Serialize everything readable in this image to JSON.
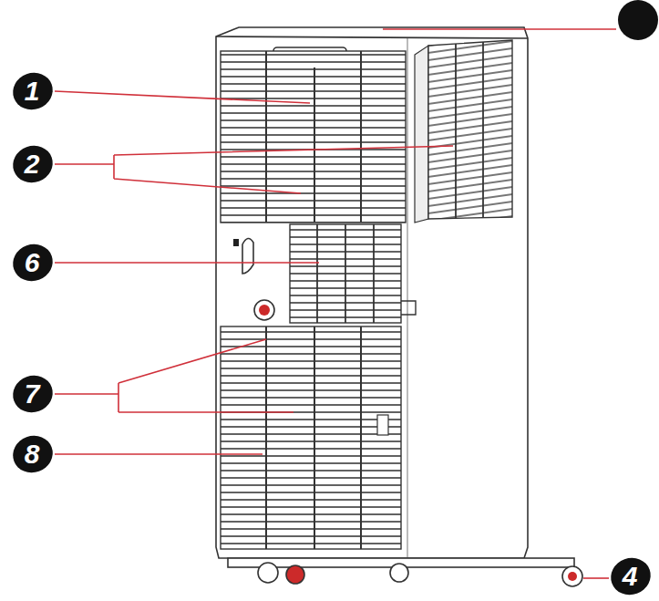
{
  "diagram": {
    "labels": [
      "1",
      "2",
      "6",
      "7",
      "8",
      "4"
    ]
  }
}
